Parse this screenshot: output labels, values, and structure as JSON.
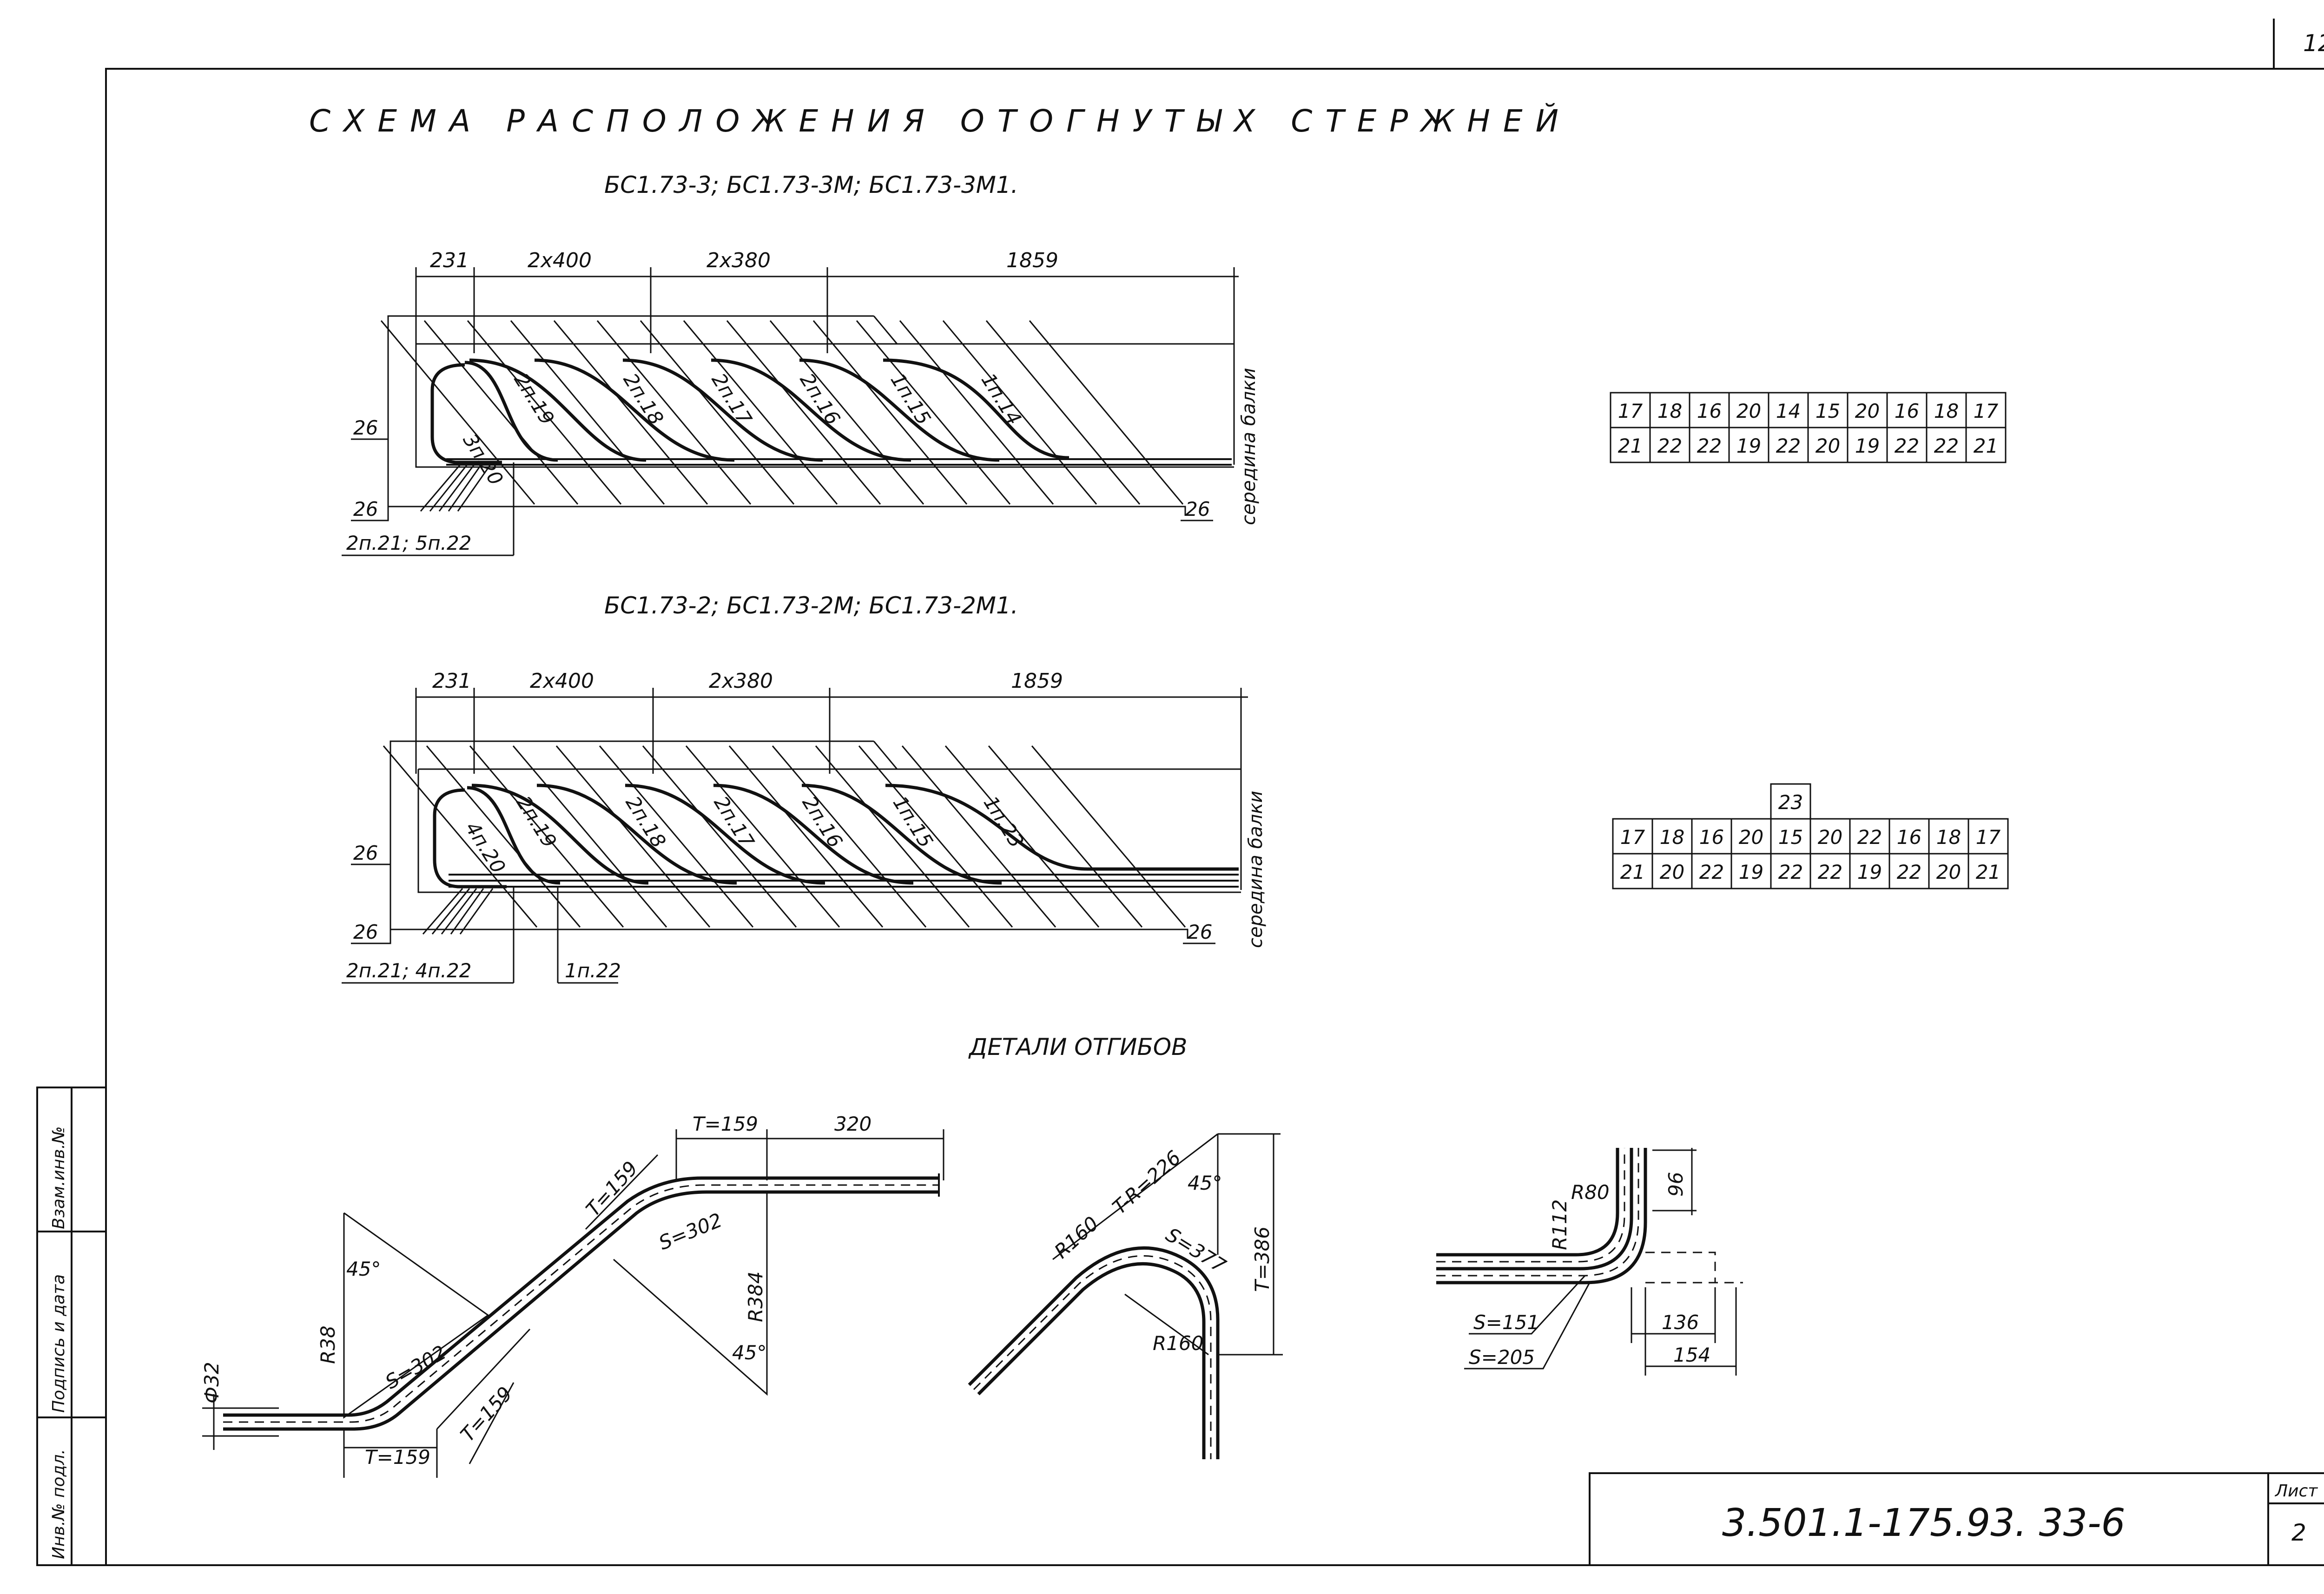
{
  "sheet_number": "12",
  "title": "СХЕМА РАСПОЛОЖЕНИЯ ОТОГНУТЫХ СТЕРЖНЕЙ",
  "scheme1": {
    "subtitle": "БС1.73-3; БС1.73-3М; БС1.73-3М1.",
    "dims": [
      "231",
      "2x400",
      "2x380",
      "1859"
    ],
    "bars": [
      "3п.20",
      "2п.19",
      "2п.18",
      "2п.17",
      "2п.16",
      "1п.15",
      "1п.14"
    ],
    "mid_label": "середина балки",
    "mark_26": "26",
    "bottom_label": "2п.21; 5п.22",
    "table": {
      "top_row": [
        "17",
        "18",
        "16",
        "20",
        "14",
        "15",
        "20",
        "16",
        "18",
        "17"
      ],
      "bottom_row": [
        "21",
        "22",
        "22",
        "19",
        "22",
        "20",
        "19",
        "22",
        "22",
        "21"
      ]
    }
  },
  "scheme2": {
    "subtitle": "БС1.73-2; БС1.73-2М; БС1.73-2М1.",
    "dims": [
      "231",
      "2x400",
      "2x380",
      "1859"
    ],
    "bars": [
      "4п.20",
      "2п.19",
      "2п.18",
      "2п.17",
      "2п.16",
      "1п.15",
      "1п.23"
    ],
    "mid_label": "середина балки",
    "mark_26": "26",
    "bottom_label": "2п.21; 4п.22",
    "bottom_label2": "1п.22",
    "table": {
      "extra": "23",
      "top_row": [
        "17",
        "18",
        "16",
        "20",
        "15",
        "20",
        "22",
        "16",
        "18",
        "17"
      ],
      "bottom_row": [
        "21",
        "20",
        "22",
        "19",
        "22",
        "22",
        "19",
        "22",
        "20",
        "21"
      ]
    }
  },
  "details": {
    "title": "ДЕТАЛИ ОТГИБОВ",
    "detail1": {
      "phi": "Ф32",
      "r": "R38",
      "r2": "R384",
      "angle": "45°",
      "s": "S=302",
      "t": "T=159",
      "len": "320"
    },
    "detail2": {
      "r": "R160",
      "tr": "T-R=226",
      "s": "S=377",
      "angle": "45°",
      "t": "T=386"
    },
    "detail3": {
      "r80": "R80",
      "r112": "R112",
      "d96": "96",
      "s151": "S=151",
      "s205": "S=205",
      "d136": "136",
      "d154": "154"
    }
  },
  "side_stamp": [
    "Инв.№ подл.",
    "Подпись и дата",
    "Взам.инв.№"
  ],
  "title_block": {
    "doc_code": "3.501.1-175.93. 33-6",
    "sheet_label": "Лист",
    "sheet_value": "2"
  }
}
